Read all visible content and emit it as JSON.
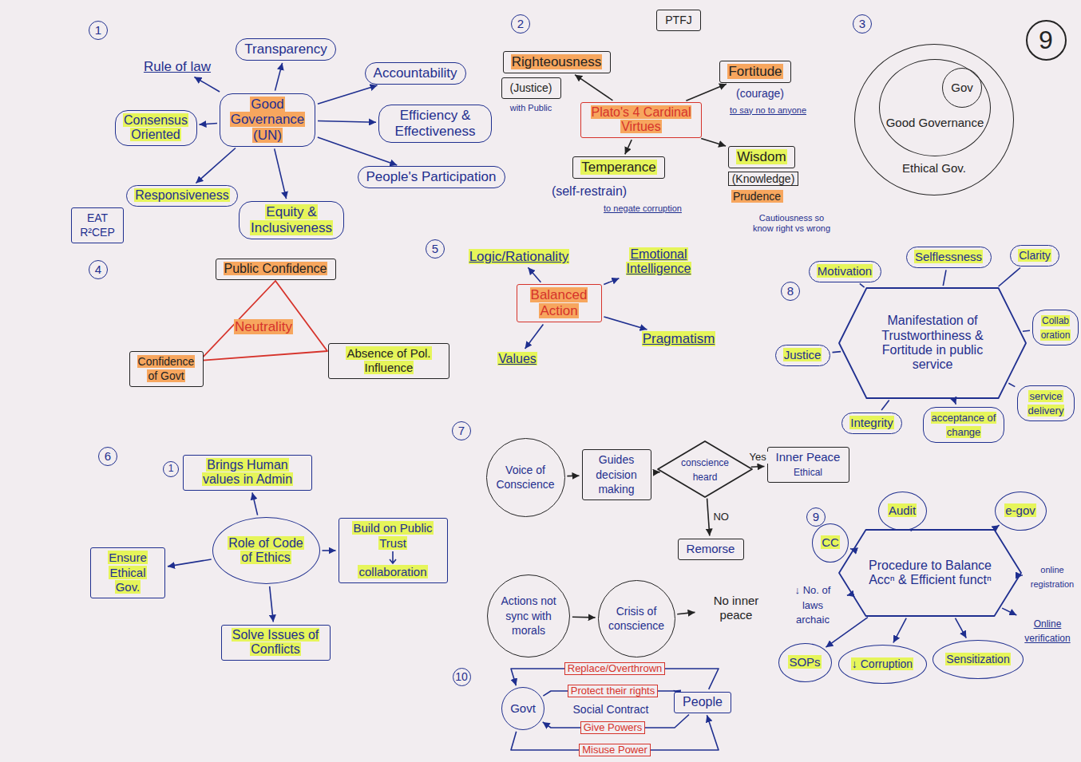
{
  "diagram": {
    "nodes": [
      {
        "text": [
          "Good Governance (UN)"
        ]
      },
      {
        "text": [
          "Rule of law"
        ]
      },
      {
        "text": [
          "Transparency"
        ]
      },
      {
        "text": [
          "Accountability"
        ]
      },
      {
        "text": [
          "Efficiency & Effectiveness"
        ]
      },
      {
        "text": [
          "People's Participation"
        ]
      },
      {
        "text": [
          "Equity & Inclusiveness"
        ]
      },
      {
        "text": [
          "Responsiveness"
        ]
      },
      {
        "text": [
          "Consensus Oriented"
        ]
      },
      {
        "text": [
          "EAT R²CEP"
        ]
      },
      {
        "text": [
          "PTFJ"
        ]
      },
      {
        "text": [
          "Righteousness"
        ]
      },
      {
        "text": [
          "(Justice)"
        ]
      },
      {
        "text": [
          "Plato's 4 Cardinal Virtues"
        ]
      },
      {
        "text": [
          "Fortitude"
        ]
      },
      {
        "text": [
          "Temperance"
        ]
      },
      {
        "text": [
          "Wisdom"
        ]
      },
      {
        "text": [
          "Ethical Gov."
        ]
      },
      {
        "text": [
          "Good Governance"
        ],
        "in": 17
      },
      {
        "text": [
          "Gov"
        ],
        "in": 18
      },
      {
        "text": [
          "Public Confidence"
        ]
      },
      {
        "text": [
          "Neutrality"
        ]
      },
      {
        "text": [
          "Confidence of Govt"
        ]
      },
      {
        "text": [
          "Absence of Pol. Influence"
        ]
      },
      {
        "text": [
          "Logic/Rationality"
        ]
      },
      {
        "text": [
          "Balanced Action"
        ]
      },
      {
        "text": [
          "Emotional Intelligence"
        ]
      },
      {
        "text": [
          "Values"
        ]
      },
      {
        "text": [
          "Pragmatism"
        ]
      },
      {
        "text": [
          "Brings Human values in Admin"
        ]
      },
      {
        "text": [
          "Role of Code of Ethics"
        ]
      },
      {
        "text": [
          "Build on Public Trust",
          "collaboration"
        ]
      },
      {
        "text": [
          "Ensure Ethical Gov."
        ]
      },
      {
        "text": [
          "Solve Issues of Conflicts"
        ]
      },
      {
        "text": [
          "Voice of Conscience"
        ]
      },
      {
        "text": [
          "Guides decision making"
        ]
      },
      {
        "text": [
          "conscience heard"
        ]
      },
      {
        "text": [
          "Inner Peace",
          "Ethical"
        ]
      },
      {
        "text": [
          "Remorse"
        ]
      },
      {
        "text": [
          "Actions not sync with morals"
        ]
      },
      {
        "text": [
          "Crisis of conscience"
        ]
      },
      {
        "text": [
          "No inner peace"
        ]
      },
      {
        "text": [
          "Motivation"
        ]
      },
      {
        "text": [
          "Selflessness"
        ]
      },
      {
        "text": [
          "Clarity"
        ]
      },
      {
        "text": [
          "Manifestation of Trustworthiness & Fortitude in public service"
        ]
      },
      {
        "text": [
          "Collaboration"
        ]
      },
      {
        "text": [
          "Justice"
        ]
      },
      {
        "text": [
          "service delivery"
        ]
      },
      {
        "text": [
          "Integrity"
        ]
      },
      {
        "text": [
          "acceptance of change"
        ]
      },
      {
        "text": [
          "CC"
        ]
      },
      {
        "text": [
          "Audit"
        ]
      },
      {
        "text": [
          "e-gov"
        ]
      },
      {
        "text": [
          "Procedure to Balance Accⁿ & Efficient functⁿ"
        ]
      },
      {
        "text": [
          "online registration"
        ]
      },
      {
        "text": [
          "↓ No. of laws archaic"
        ]
      },
      {
        "text": [
          "Online verification"
        ]
      },
      {
        "text": [
          "SOPs"
        ]
      },
      {
        "text": [
          "↓ Corruption"
        ]
      },
      {
        "text": [
          "Sensitization"
        ]
      },
      {
        "text": [
          "Govt"
        ]
      },
      {
        "text": [
          "People"
        ]
      }
    ],
    "edges": [
      {
        "from": 0,
        "to": 1,
        "arrow": "to"
      },
      {
        "from": 0,
        "to": 2,
        "arrow": "to"
      },
      {
        "from": 0,
        "to": 3,
        "arrow": "to"
      },
      {
        "from": 0,
        "to": 4,
        "arrow": "to"
      },
      {
        "from": 0,
        "to": 5,
        "arrow": "to"
      },
      {
        "from": 0,
        "to": 6,
        "arrow": "to"
      },
      {
        "from": 0,
        "to": 7,
        "arrow": "to"
      },
      {
        "from": 0,
        "to": 8,
        "arrow": "to"
      },
      {
        "from": 13,
        "to": 11,
        "arrow": "to"
      },
      {
        "from": 13,
        "to": 14,
        "arrow": "to"
      },
      {
        "from": 13,
        "to": 15,
        "arrow": "to"
      },
      {
        "from": 13,
        "to": 16,
        "arrow": "to"
      },
      {
        "from": 25,
        "to": 24,
        "arrow": "to"
      },
      {
        "from": 25,
        "to": 26,
        "arrow": "to"
      },
      {
        "from": 25,
        "to": 27,
        "arrow": "to"
      },
      {
        "from": 25,
        "to": 28,
        "arrow": "to"
      },
      {
        "from": 30,
        "to": 29,
        "arrow": "to"
      },
      {
        "from": 30,
        "to": 31,
        "arrow": "to"
      },
      {
        "from": 30,
        "to": 32,
        "arrow": "to"
      },
      {
        "from": 30,
        "to": 33,
        "arrow": "to"
      },
      {
        "from": 34,
        "to": 35,
        "arrow": "to"
      },
      {
        "from": 35,
        "to": 36,
        "arrow": "to"
      },
      {
        "from": 36,
        "to": 37,
        "label": "Yes",
        "arrow": "to"
      },
      {
        "from": 36,
        "to": 38,
        "label": "NO",
        "arrow": "to"
      },
      {
        "from": 39,
        "to": 40,
        "arrow": "to"
      },
      {
        "from": 40,
        "to": 41,
        "arrow": "to"
      },
      {
        "from": 45,
        "to": 42,
        "arrow": "none"
      },
      {
        "from": 45,
        "to": 43,
        "arrow": "none"
      },
      {
        "from": 45,
        "to": 44,
        "arrow": "none"
      },
      {
        "from": 45,
        "to": 46,
        "arrow": "none"
      },
      {
        "from": 45,
        "to": 47,
        "arrow": "none"
      },
      {
        "from": 45,
        "to": 48,
        "arrow": "none"
      },
      {
        "from": 45,
        "to": 49,
        "arrow": "none"
      },
      {
        "from": 45,
        "to": 50,
        "arrow": "to"
      },
      {
        "from": 54,
        "to": 51,
        "arrow": "to"
      },
      {
        "from": 54,
        "to": 52,
        "arrow": "to"
      },
      {
        "from": 54,
        "to": 53,
        "arrow": "to"
      },
      {
        "from": 54,
        "to": 55,
        "arrow": "to"
      },
      {
        "from": 54,
        "to": 56,
        "arrow": "to"
      },
      {
        "from": 54,
        "to": 57,
        "arrow": "to"
      },
      {
        "from": 54,
        "to": 58,
        "arrow": "to"
      },
      {
        "from": 54,
        "to": 59,
        "arrow": "to"
      },
      {
        "from": 54,
        "to": 60,
        "arrow": "to"
      },
      {
        "from": 62,
        "to": 61,
        "label": "Replace/Overthrown",
        "arrow": "to"
      },
      {
        "from": 61,
        "to": 62,
        "label": "Protect their rights",
        "arrow": "to"
      },
      {
        "from": 62,
        "to": 61,
        "label": "Give Powers",
        "arrow": "to"
      },
      {
        "from": 61,
        "to": 62,
        "label": "Misuse Power",
        "arrow": "to"
      }
    ],
    "labels": [
      "9",
      "1",
      "2",
      "with Public",
      "(courage)",
      "to say no to anyone",
      "(self-restrain)",
      "to negate corruption",
      "(Knowledge)",
      "Prudence",
      "Cautiousness so know right vs wrong",
      "3",
      "4",
      "5",
      "6",
      "1",
      "7",
      "8",
      "9",
      "10",
      "Social Contract"
    ]
  }
}
